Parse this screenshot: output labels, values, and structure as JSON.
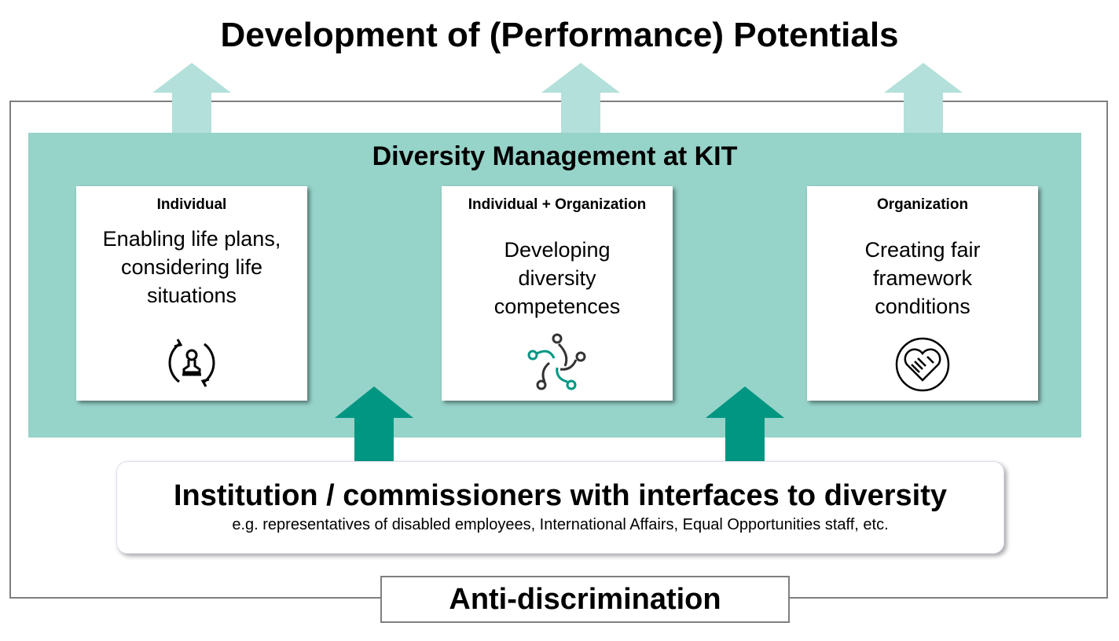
{
  "title": "Development of (Performance) Potentials",
  "panel_title": "Diversity Management at KIT",
  "boxes": [
    {
      "label": "Individual",
      "text": "Enabling life plans, considering life situations",
      "icon": "person-cycle-icon"
    },
    {
      "label": "Individual  + Organization",
      "text": "Developing diversity competences",
      "icon": "people-network-icon"
    },
    {
      "label": "Organization",
      "text": "Creating fair framework conditions",
      "icon": "handshake-heart-icon"
    }
  ],
  "institution": {
    "title": "Institution / commissioners with interfaces to diversity",
    "subtitle": "e.g. representatives of disabled employees, International Affairs, Equal Opportunities staff, etc."
  },
  "footer": "Anti-discrimination",
  "colors": {
    "panel": "#96d3c9",
    "top_arrows": "#b3e0da",
    "bottom_arrows": "#009682",
    "frame": "#7f7f7f"
  }
}
